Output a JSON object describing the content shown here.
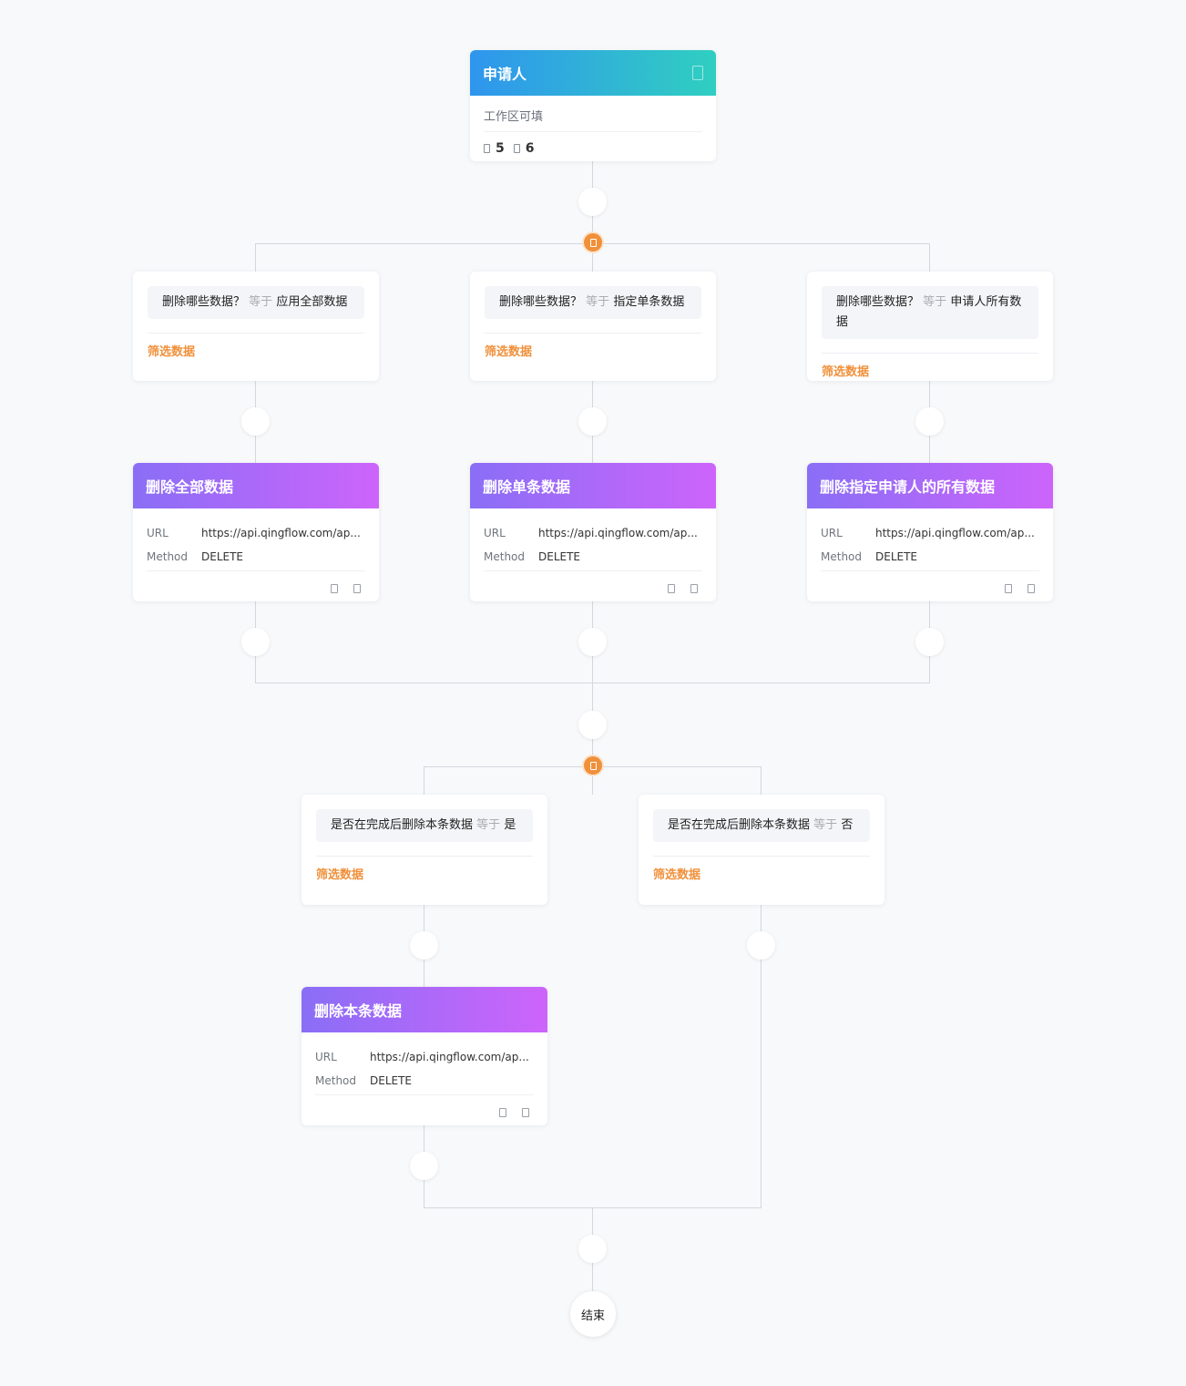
{
  "start": {
    "title": "申请人",
    "subtitle": "工作区可填",
    "count_a": "5",
    "count_b": "6",
    "icon": "edit-icon"
  },
  "conditions_top": [
    {
      "field": "删除哪些数据？",
      "op": "等于",
      "value": "应用全部数据",
      "footer": "筛选数据"
    },
    {
      "field": "删除哪些数据？",
      "op": "等于",
      "value": "指定单条数据",
      "footer": "筛选数据"
    },
    {
      "field": "删除哪些数据？",
      "op": "等于",
      "value": "申请人所有数据",
      "footer": "筛选数据"
    }
  ],
  "actions": [
    {
      "title": "删除全部数据",
      "url_label": "URL",
      "url": "https://api.qingflow.com/ap...",
      "method_label": "Method",
      "method": "DELETE"
    },
    {
      "title": "删除单条数据",
      "url_label": "URL",
      "url": "https://api.qingflow.com/ap...",
      "method_label": "Method",
      "method": "DELETE"
    },
    {
      "title": "删除指定申请人的所有数据",
      "url_label": "URL",
      "url": "https://api.qingflow.com/ap...",
      "method_label": "Method",
      "method": "DELETE"
    },
    {
      "title": "删除本条数据",
      "url_label": "URL",
      "url": "https://api.qingflow.com/ap...",
      "method_label": "Method",
      "method": "DELETE"
    }
  ],
  "conditions_bottom": [
    {
      "field": "是否在完成后删除本条数据",
      "op": "等于",
      "value": "是",
      "footer": "筛选数据"
    },
    {
      "field": "是否在完成后删除本条数据",
      "op": "等于",
      "value": "否",
      "footer": "筛选数据"
    }
  ],
  "end": {
    "label": "结束"
  },
  "colors": {
    "start_gradient": [
      "#2f95ee",
      "#30cfc1"
    ],
    "action_gradient": [
      "#8a6ef6",
      "#cd64fb"
    ],
    "branch": "#f0903a",
    "filter_link": "#f0903a"
  }
}
